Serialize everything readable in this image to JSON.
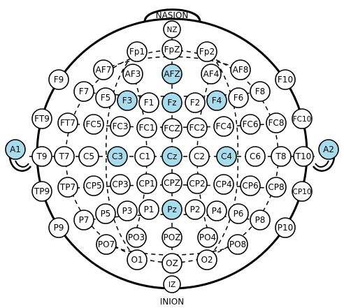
{
  "colors": {
    "highlight": "#a8dcec",
    "normal": "#ffffff",
    "stroke": "#000000"
  },
  "labels": {
    "top": "NASION",
    "bottom": "INION"
  },
  "electrodes": [
    {
      "id": "NZ",
      "hl": false
    },
    {
      "id": "FpZ",
      "hl": false
    },
    {
      "id": "Fp1",
      "hl": false
    },
    {
      "id": "Fp2",
      "hl": false
    },
    {
      "id": "AF7",
      "hl": false
    },
    {
      "id": "AF3",
      "hl": false
    },
    {
      "id": "AFZ",
      "hl": true
    },
    {
      "id": "AF4",
      "hl": false
    },
    {
      "id": "AF8",
      "hl": false
    },
    {
      "id": "F9",
      "hl": false
    },
    {
      "id": "F7",
      "hl": false
    },
    {
      "id": "F5",
      "hl": false
    },
    {
      "id": "F3",
      "hl": true
    },
    {
      "id": "F1",
      "hl": false
    },
    {
      "id": "Fz",
      "hl": true
    },
    {
      "id": "F2",
      "hl": false
    },
    {
      "id": "F4",
      "hl": true
    },
    {
      "id": "F6",
      "hl": false
    },
    {
      "id": "F8",
      "hl": false
    },
    {
      "id": "F10",
      "hl": false
    },
    {
      "id": "FT9",
      "hl": false
    },
    {
      "id": "FT7",
      "hl": false
    },
    {
      "id": "FC5",
      "hl": false
    },
    {
      "id": "FC3",
      "hl": false
    },
    {
      "id": "FC1",
      "hl": false
    },
    {
      "id": "FCZ",
      "hl": false
    },
    {
      "id": "FC2",
      "hl": false
    },
    {
      "id": "FC4",
      "hl": false
    },
    {
      "id": "FC6",
      "hl": false
    },
    {
      "id": "FC8",
      "hl": false
    },
    {
      "id": "FC10",
      "hl": false
    },
    {
      "id": "A1",
      "hl": true
    },
    {
      "id": "T9",
      "hl": false
    },
    {
      "id": "T7",
      "hl": false
    },
    {
      "id": "C5",
      "hl": false
    },
    {
      "id": "C3",
      "hl": true
    },
    {
      "id": "C1",
      "hl": false
    },
    {
      "id": "Cz",
      "hl": true
    },
    {
      "id": "C2",
      "hl": false
    },
    {
      "id": "C4",
      "hl": true
    },
    {
      "id": "C6",
      "hl": false
    },
    {
      "id": "T8",
      "hl": false
    },
    {
      "id": "T10",
      "hl": false
    },
    {
      "id": "A2",
      "hl": true
    },
    {
      "id": "TP9",
      "hl": false
    },
    {
      "id": "TP7",
      "hl": false
    },
    {
      "id": "CP5",
      "hl": false
    },
    {
      "id": "CP3",
      "hl": false
    },
    {
      "id": "CP1",
      "hl": false
    },
    {
      "id": "CPZ",
      "hl": false
    },
    {
      "id": "CP2",
      "hl": false
    },
    {
      "id": "CP4",
      "hl": false
    },
    {
      "id": "CP6",
      "hl": false
    },
    {
      "id": "CP8",
      "hl": false
    },
    {
      "id": "CP10",
      "hl": false
    },
    {
      "id": "P9",
      "hl": false
    },
    {
      "id": "P7",
      "hl": false
    },
    {
      "id": "P5",
      "hl": false
    },
    {
      "id": "P3",
      "hl": false
    },
    {
      "id": "P1",
      "hl": false
    },
    {
      "id": "Pz",
      "hl": true
    },
    {
      "id": "P2",
      "hl": false
    },
    {
      "id": "P4",
      "hl": false
    },
    {
      "id": "P6",
      "hl": false
    },
    {
      "id": "P8",
      "hl": false
    },
    {
      "id": "P10",
      "hl": false
    },
    {
      "id": "PO7",
      "hl": false
    },
    {
      "id": "PO3",
      "hl": false
    },
    {
      "id": "POZ",
      "hl": false
    },
    {
      "id": "PO4",
      "hl": false
    },
    {
      "id": "PO8",
      "hl": false
    },
    {
      "id": "O1",
      "hl": false
    },
    {
      "id": "OZ",
      "hl": false
    },
    {
      "id": "O2",
      "hl": false
    },
    {
      "id": "IZ",
      "hl": false
    }
  ]
}
